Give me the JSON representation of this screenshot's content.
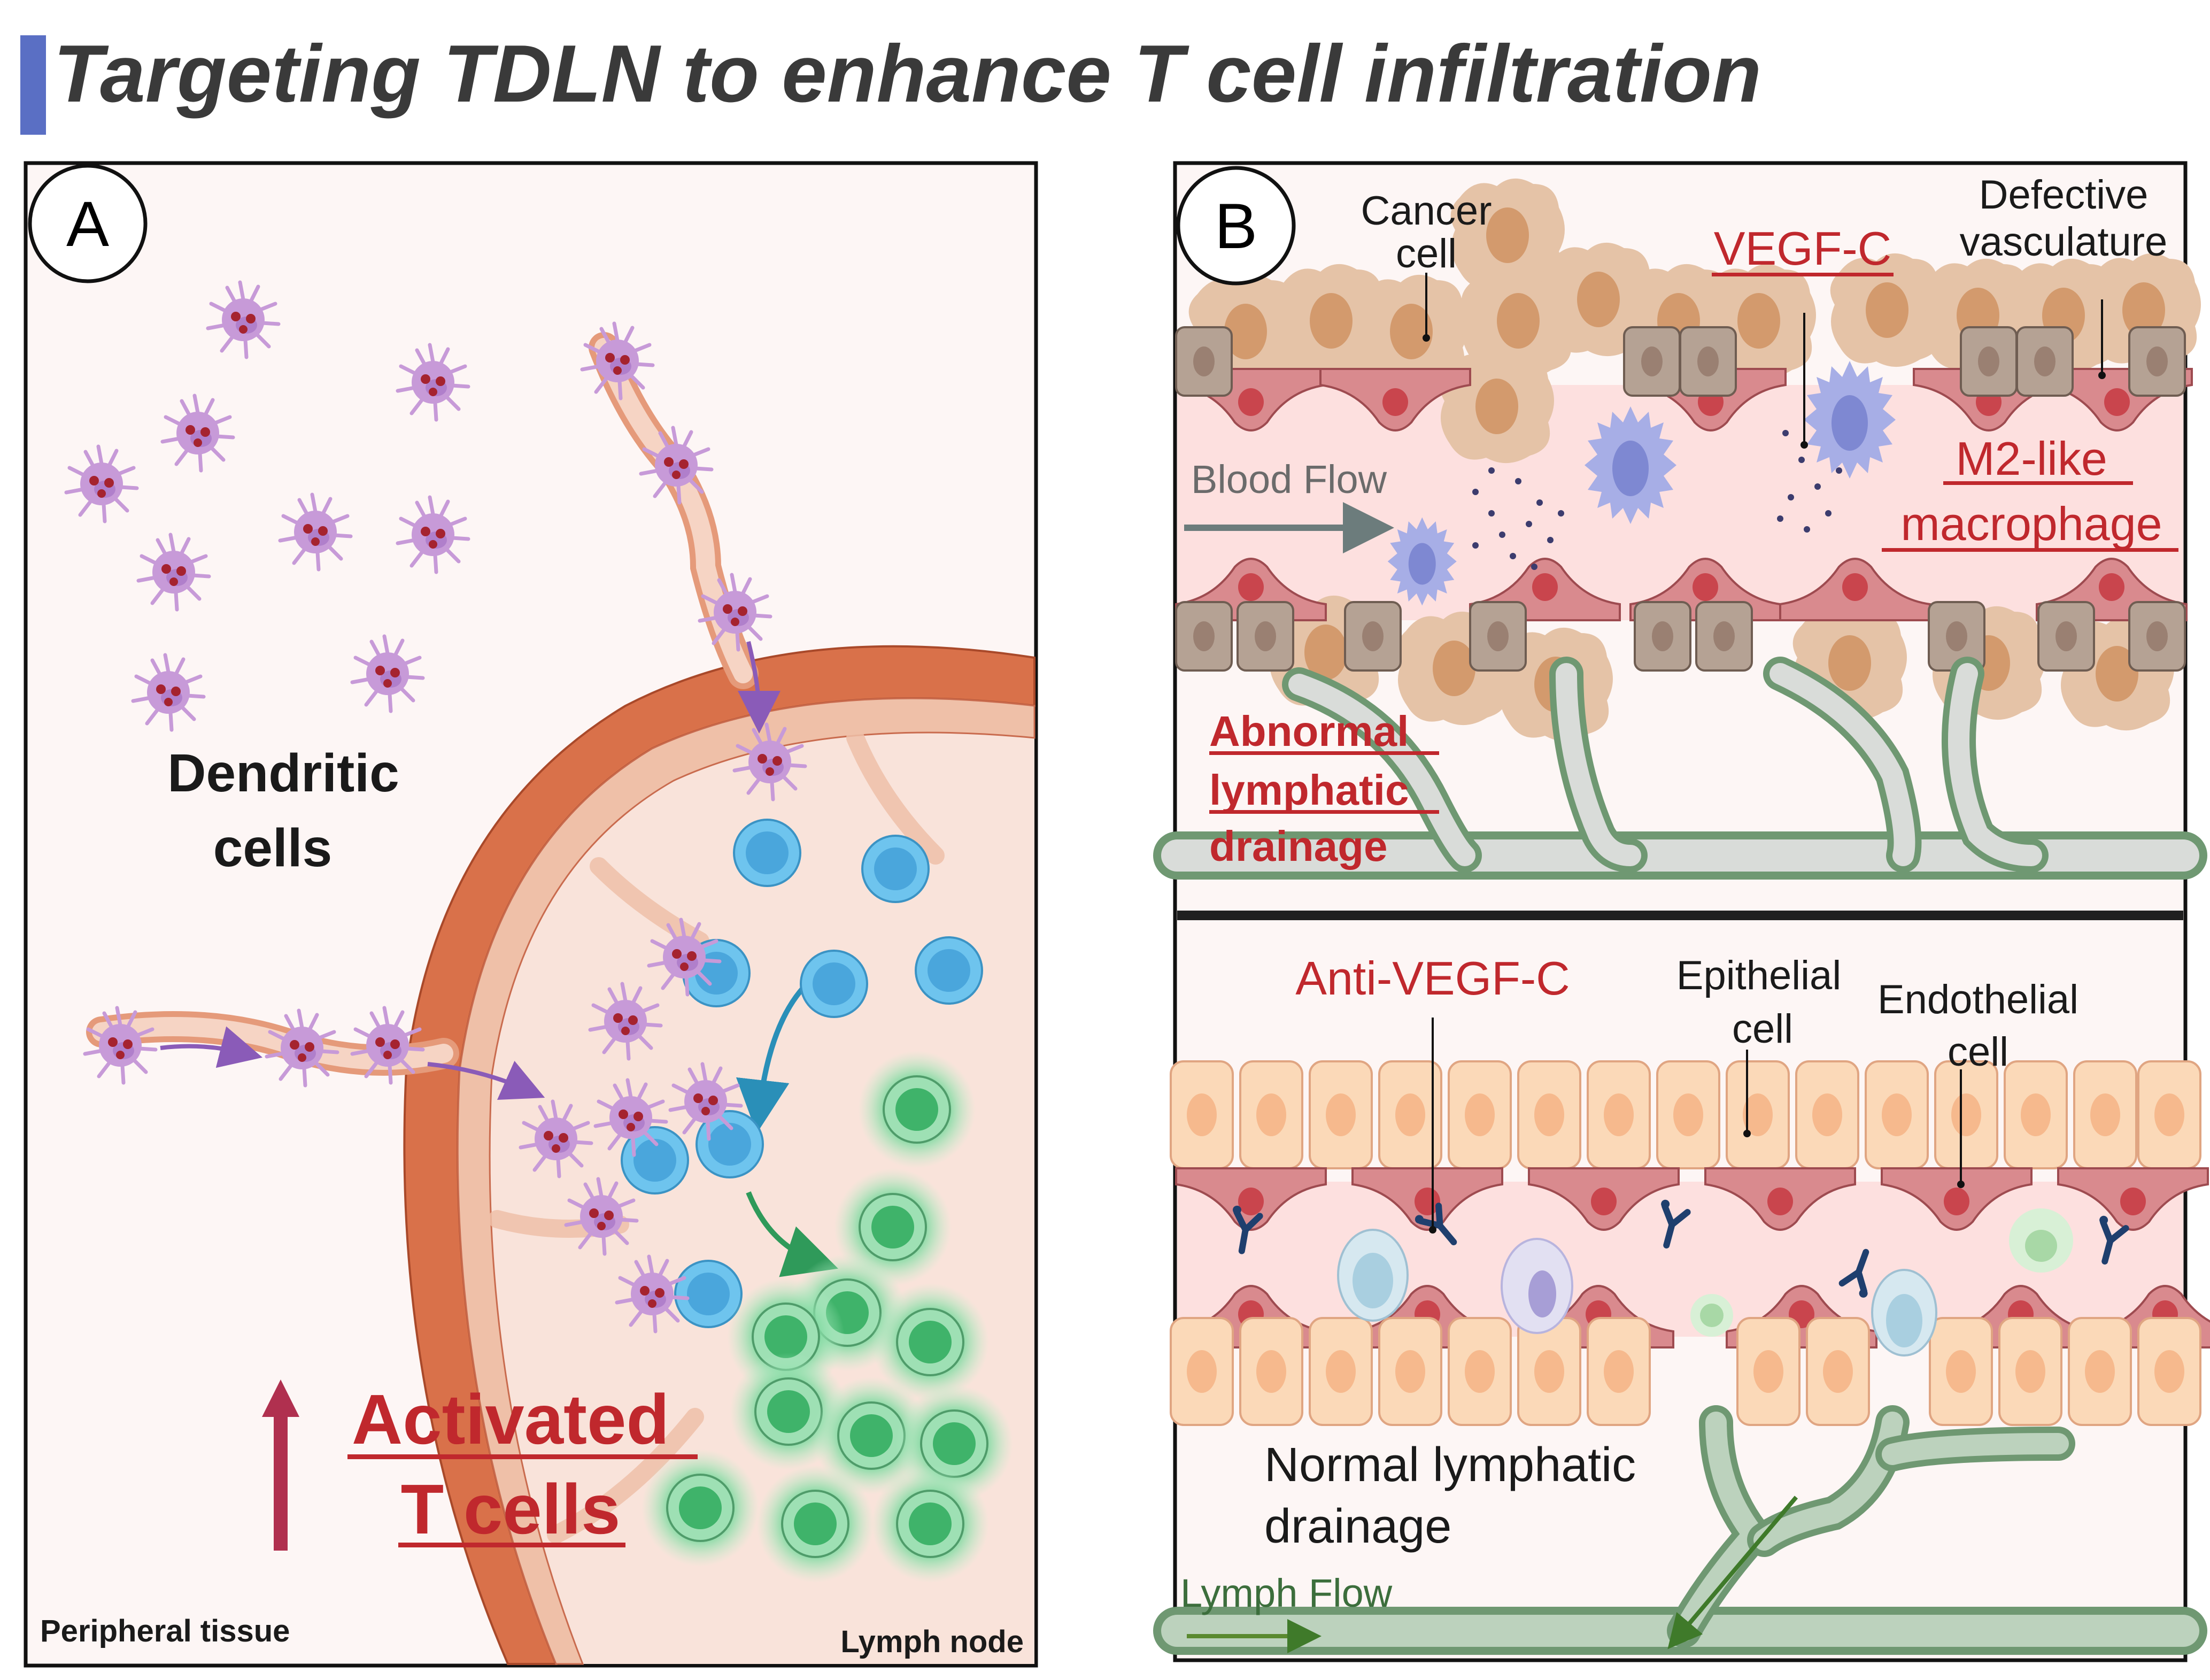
{
  "title": "Targeting TDLN to enhance T cell infiltration",
  "colors": {
    "title_bar": "#5a6fc4",
    "title_text": "#3a3a3a",
    "accent_red": "#c0282d",
    "dendritic_cell": "#c79ad8",
    "naive_t_cell": "#5ab4e6",
    "activated_t_cell": "#4fbf78",
    "lymph_node_capsule": "#d9714a",
    "lymphatic_vessel": "#6f9872",
    "panel_background": "#fdf6f5"
  },
  "panel_a": {
    "letter": "A",
    "dendritic_label_line1": "Dendritic",
    "dendritic_label_line2": "cells",
    "activated_line1": "Activated",
    "activated_line2": "T cells",
    "peripheral_label": "Peripheral tissue",
    "lymph_node_label": "Lymph node",
    "increase_arrow": "up-arrow"
  },
  "panel_b_top": {
    "letter": "B",
    "cancer_line1": "Cancer",
    "cancer_line2": "cell",
    "vegfc": "VEGF-C",
    "defective_line1": "Defective",
    "defective_line2": "vasculature",
    "blood_flow": "Blood Flow",
    "m2_line1": "M2-like",
    "m2_line2": "macrophage",
    "abnormal_line1": "Abnormal",
    "abnormal_line2": "lymphatic",
    "abnormal_line3": "drainage"
  },
  "panel_b_bottom": {
    "anti_vegfc": "Anti-VEGF-C",
    "epithelial_line1": "Epithelial",
    "epithelial_line2": "cell",
    "endothelial_line1": "Endothelial",
    "endothelial_line2": "cell",
    "normal_line1": "Normal lymphatic",
    "normal_line2": "drainage",
    "lymph_flow": "Lymph Flow"
  }
}
